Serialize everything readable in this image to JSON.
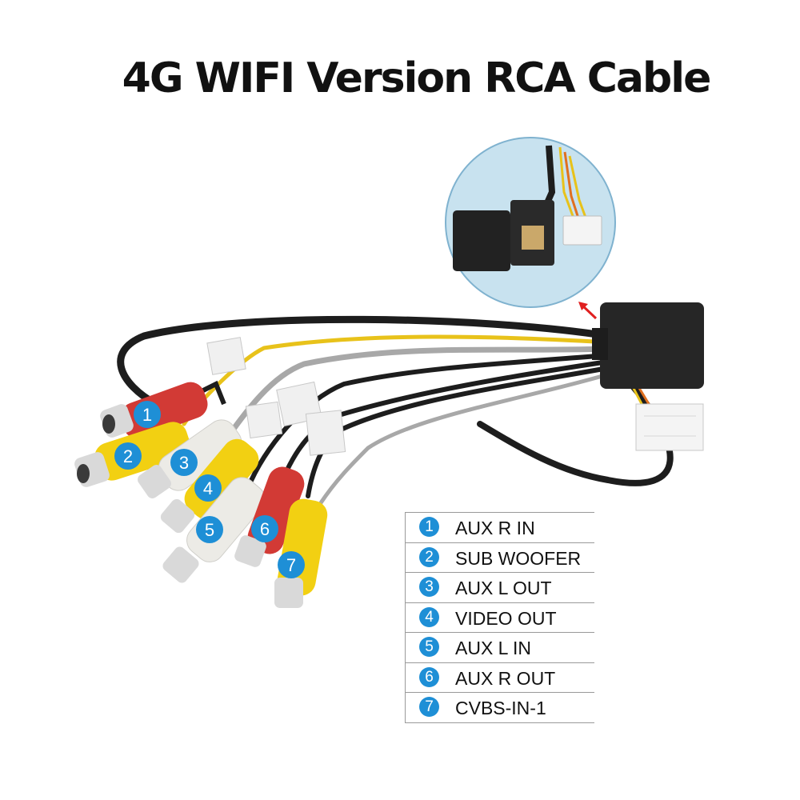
{
  "title": "4G WIFI Version RCA Cable",
  "legend": [
    {
      "number": "1",
      "label": "AUX R IN"
    },
    {
      "number": "2",
      "label": "SUB WOOFER"
    },
    {
      "number": "3",
      "label": "AUX L OUT"
    },
    {
      "number": "4",
      "label": "VIDEO OUT"
    },
    {
      "number": "5",
      "label": "AUX L IN"
    },
    {
      "number": "6",
      "label": "AUX R OUT"
    },
    {
      "number": "7",
      "label": "CVBS-IN-1"
    }
  ],
  "colors": {
    "badge": "#1e8fd6",
    "plug_red": "#d23a35",
    "plug_yellow": "#f2d012",
    "plug_white": "#ecebe6",
    "cable_black": "#1d1d1d",
    "inset_bg": "#c8e2ef",
    "arrow": "#e02020"
  }
}
